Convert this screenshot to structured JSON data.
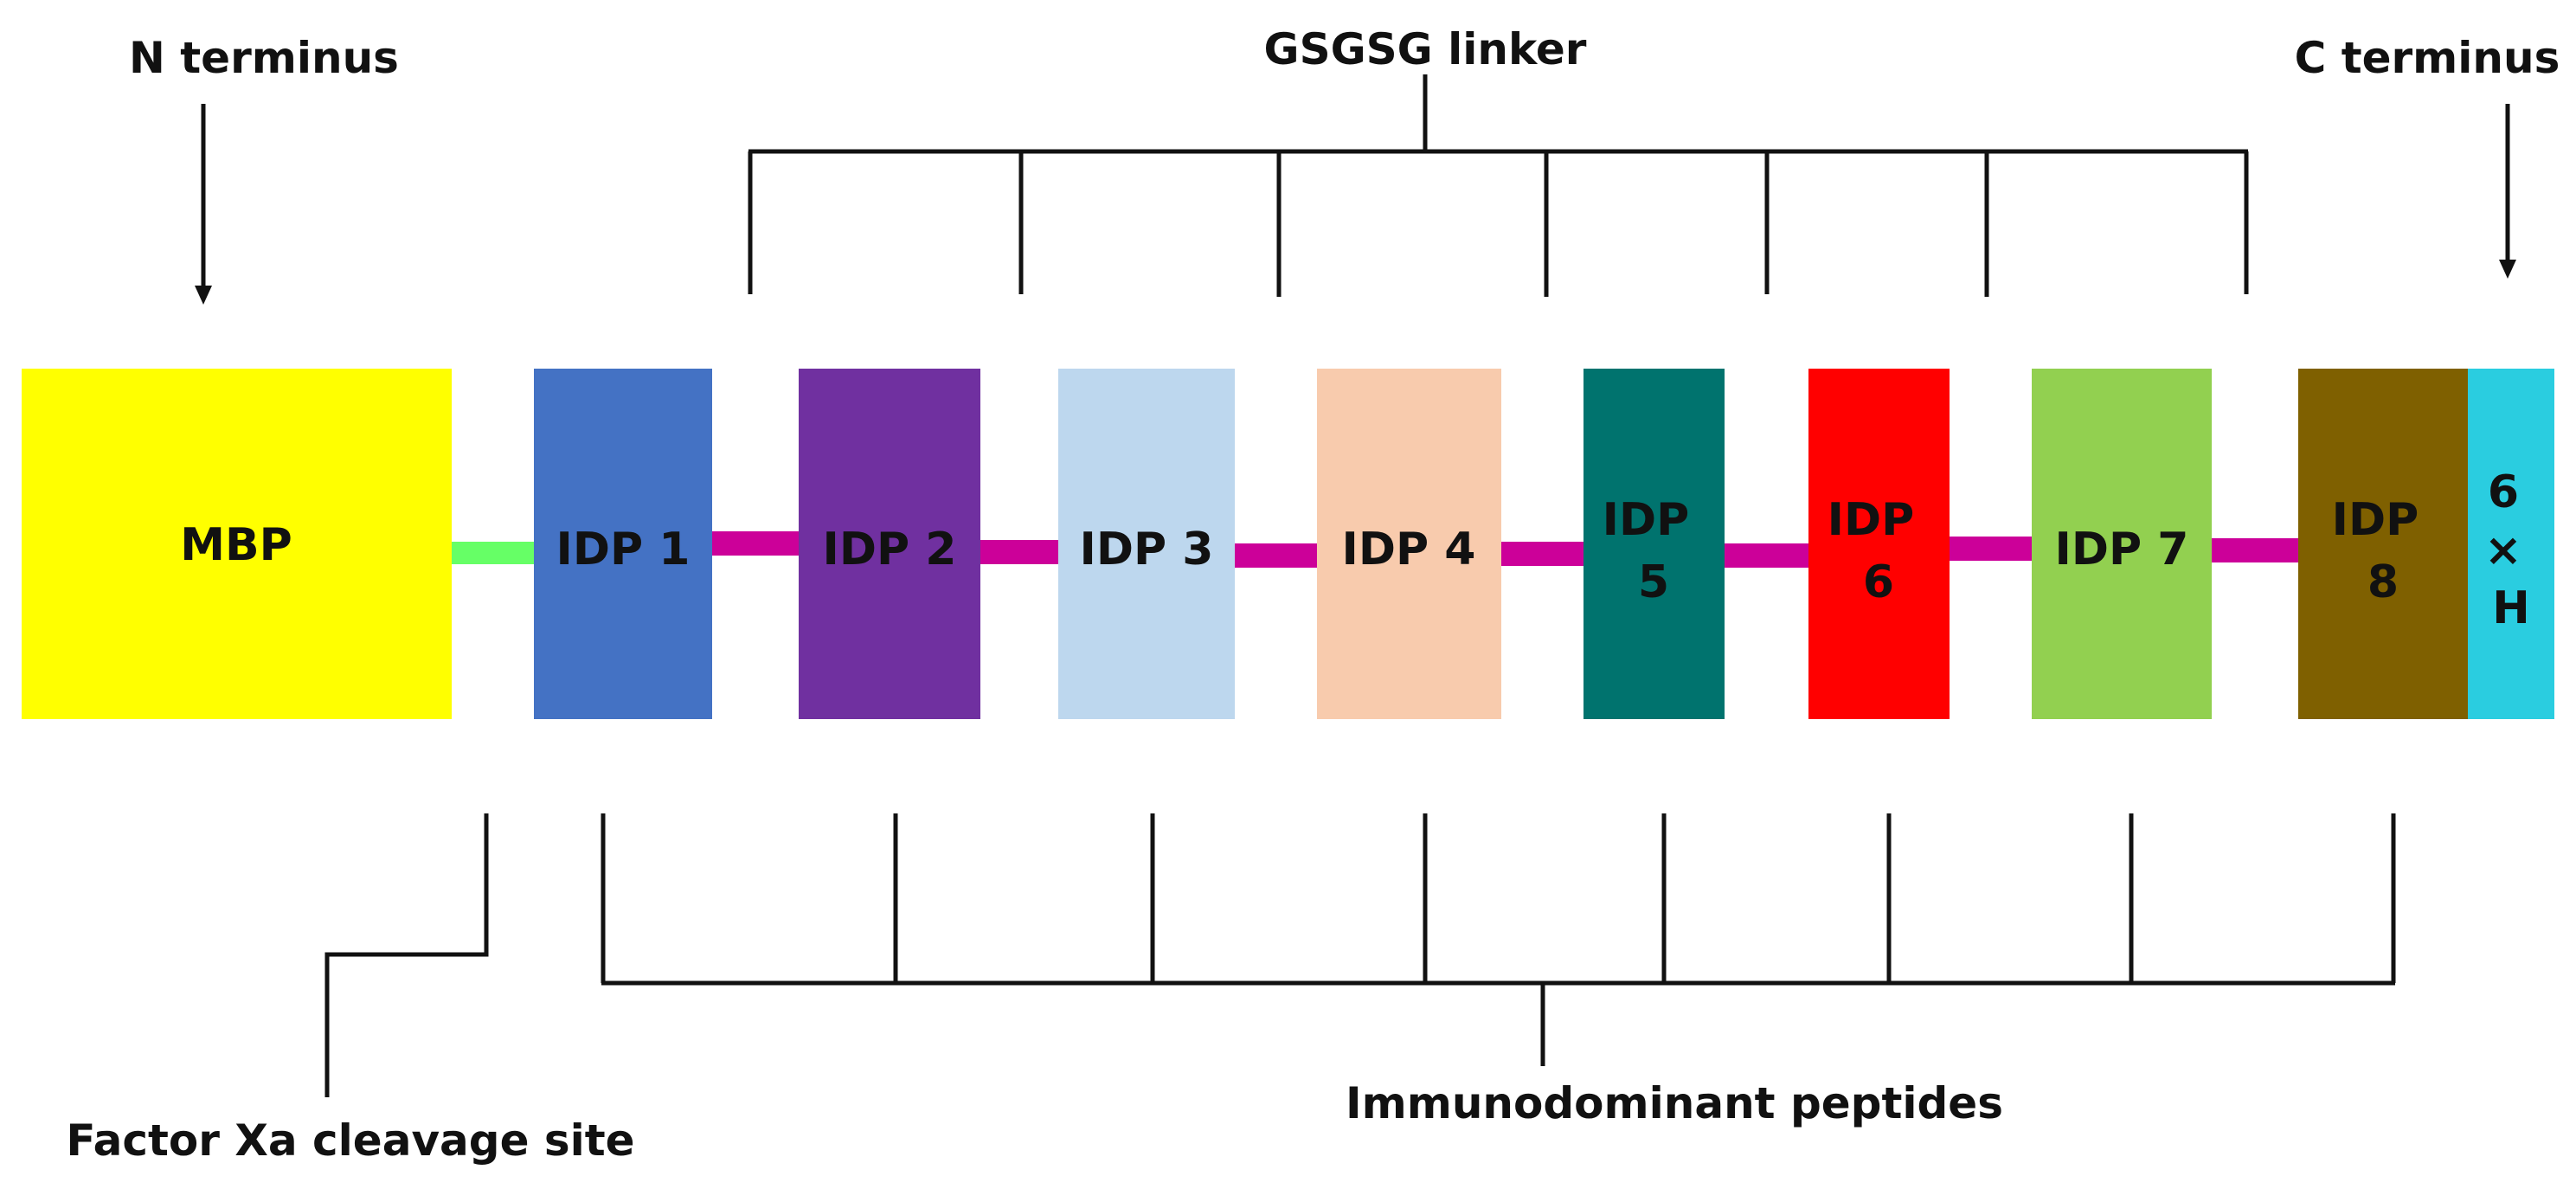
{
  "labels": {
    "n_terminus": "N terminus",
    "c_terminus": "C terminus",
    "linker": "GSGSG linker",
    "cleavage": "Factor Xa cleavage site",
    "peptides": "Immunodominant peptides"
  },
  "blocks": [
    {
      "id": "mbp",
      "lines": [
        "MBP"
      ],
      "color": "#FFFF00"
    },
    {
      "id": "idp1",
      "lines": [
        "IDP 1"
      ],
      "color": "#4472C4"
    },
    {
      "id": "idp2",
      "lines": [
        "IDP 2"
      ],
      "color": "#7030A0"
    },
    {
      "id": "idp3",
      "lines": [
        "IDP 3"
      ],
      "color": "#BDD7EE"
    },
    {
      "id": "idp4",
      "lines": [
        "IDP 4"
      ],
      "color": "#F8CBAD"
    },
    {
      "id": "idp5",
      "lines": [
        "IDP",
        "5"
      ],
      "color": "#00736E"
    },
    {
      "id": "idp6",
      "lines": [
        "IDP",
        "6"
      ],
      "color": "#FF0000"
    },
    {
      "id": "idp7",
      "lines": [
        "IDP 7"
      ],
      "color": "#92D050"
    },
    {
      "id": "idp8",
      "lines": [
        "IDP",
        "8"
      ],
      "color": "#7F6000"
    },
    {
      "id": "his",
      "lines": [
        "6",
        "×",
        "H"
      ],
      "color": "#2ACDE0"
    }
  ],
  "connectors": {
    "cleavage_color": "#66FF66",
    "linker_color": "#CC0099"
  }
}
